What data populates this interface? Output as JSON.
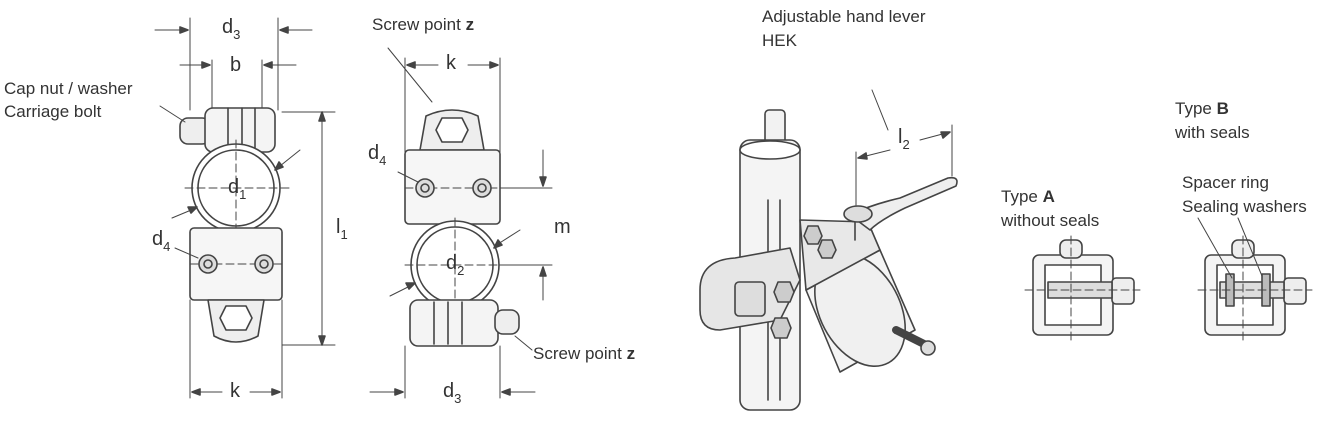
{
  "labels": {
    "cap_nut": "Cap nut / washer",
    "carriage_bolt": "Carriage bolt",
    "screw_point_top_prefix": "Screw point",
    "screw_point_top_letter": "z",
    "screw_point_bottom_prefix": "Screw point",
    "screw_point_bottom_letter": "z",
    "hand_lever_line1": "Adjustable hand lever",
    "hand_lever_line2": "HEK",
    "type_a_prefix": "Type",
    "type_a_letter": "A",
    "type_a_desc": "without seals",
    "type_b_prefix": "Type",
    "type_b_letter": "B",
    "type_b_desc": "with seals",
    "spacer_ring": "Spacer ring",
    "sealing_washers": "Sealing washers"
  },
  "dims": {
    "d": "d",
    "k": "k",
    "b": "b",
    "l": "l",
    "m": "m",
    "sub_1": "1",
    "sub_2": "2",
    "sub_3": "3",
    "sub_4": "4"
  },
  "colors": {
    "line": "#444444",
    "fill_light": "#eeeeee",
    "fill_mid": "#dddddd"
  }
}
